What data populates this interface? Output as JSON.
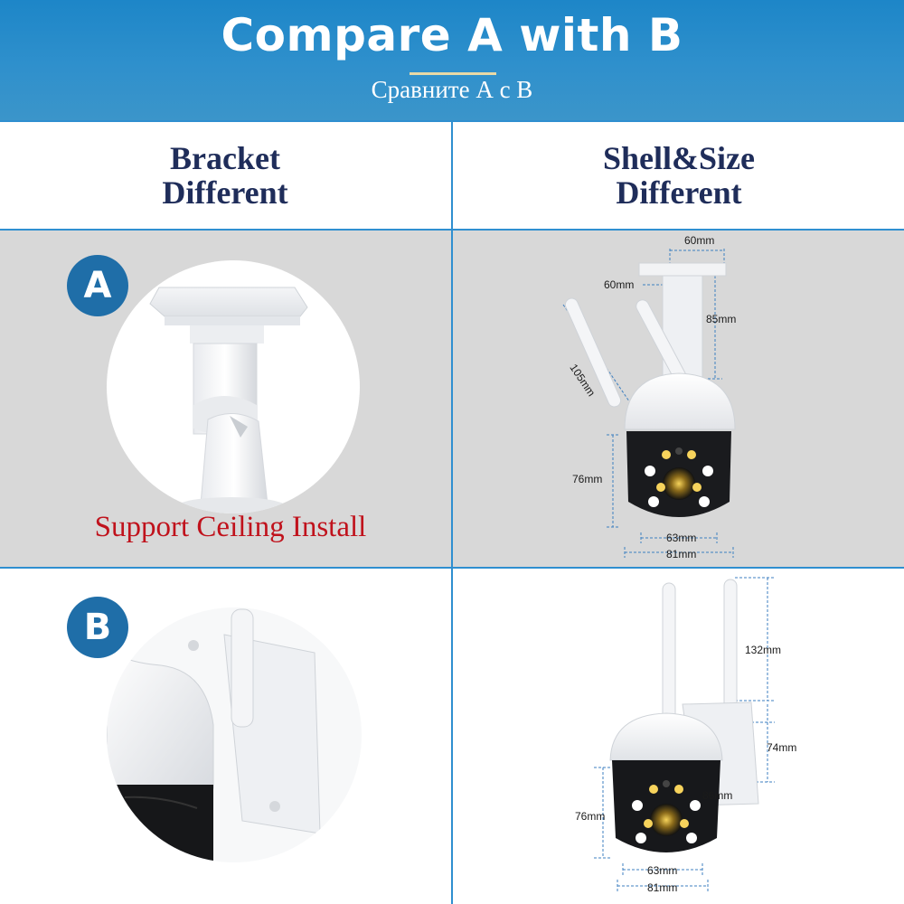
{
  "header": {
    "title": "Compare A with B",
    "subtitle": "Сравните А с В"
  },
  "columns": {
    "left_line1": "Bracket",
    "left_line2": "Different",
    "right_line1": "Shell&Size",
    "right_line2": "Different"
  },
  "rows": {
    "a": {
      "badge": "A",
      "caption": "Support Ceiling Install",
      "dims": {
        "top_width": "60mm",
        "bracket_depth": "60mm",
        "bracket_height": "85mm",
        "antenna_length": "105mm",
        "lens_height": "76mm",
        "lens_width": "63mm",
        "body_width": "81mm"
      }
    },
    "b": {
      "badge": "B",
      "dims": {
        "antenna_height": "132mm",
        "mount_height": "74mm",
        "mount_depth": "86mm",
        "lens_height": "76mm",
        "lens_width": "63mm",
        "body_width": "81mm"
      }
    }
  },
  "colors": {
    "header_blue": "#2f90cc",
    "heading_navy": "#1f2d5a",
    "caption_red": "#c0121c",
    "badge_blue": "#1f6ea8",
    "cell_gray": "#d8d8d8"
  }
}
